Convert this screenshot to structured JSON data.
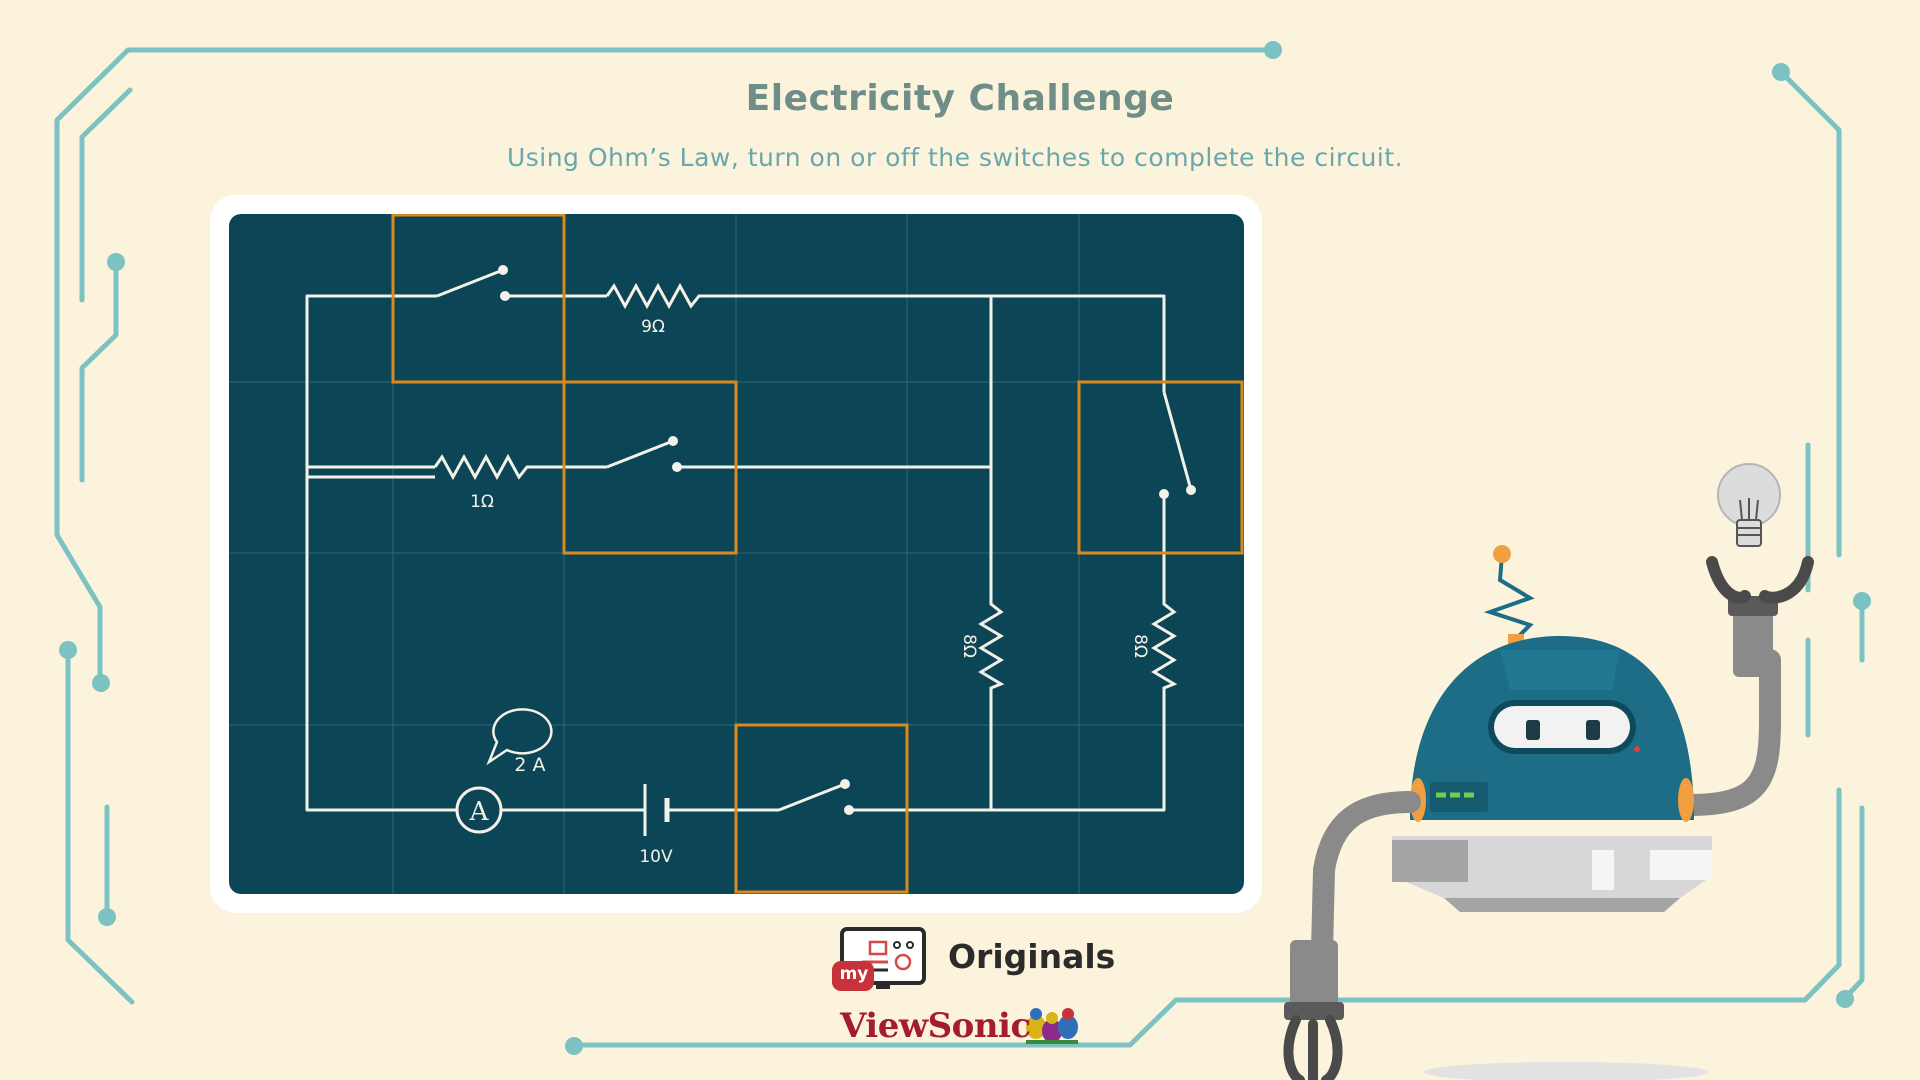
{
  "header": {
    "title": "Electricity Challenge",
    "subtitle": "Using Ohm’s Law, turn on or off the switches to complete the circuit."
  },
  "circuit": {
    "resistor_top": "9Ω",
    "resistor_middle": "1Ω",
    "resistor_right_a": "8Ω",
    "resistor_right_b": "8Ω",
    "battery": "10V",
    "ammeter_symbol": "A",
    "ammeter_reading": "2 A",
    "switches": [
      "switch-1",
      "switch-2",
      "switch-3",
      "switch-4"
    ]
  },
  "branding": {
    "my_badge": "my",
    "originals": "Originals",
    "viewsonic": "ViewSonic"
  },
  "colors": {
    "background": "#fbf3dc",
    "board": "#0c4656",
    "switch_highlight": "#d98a1e",
    "circuit_trace": "#7cc2c2",
    "title": "#6f8e88",
    "robot_body": "#1c6d85"
  }
}
